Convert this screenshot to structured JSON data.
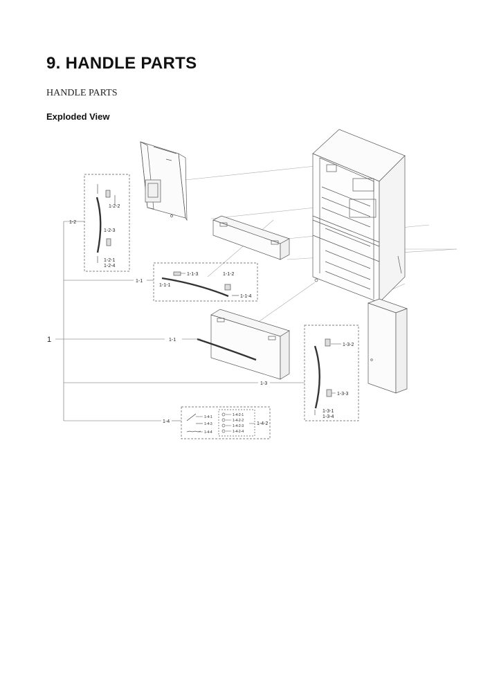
{
  "document": {
    "title": "9.  HANDLE PARTS",
    "subtitle": "HANDLE PARTS",
    "section_heading": "Exploded View"
  },
  "diagram": {
    "root_label": "1",
    "labels": {
      "l_1_2": "1-2",
      "l_1_2_2": "1-2-2",
      "l_1_2_3": "1-2-3",
      "l_1_2_1": "1-2-1",
      "l_1_2_4": "1-2-4",
      "l_1_1_a": "1-1",
      "l_1_1_3": "1-1-3",
      "l_1_1_2": "1-1-2",
      "l_1_1_1": "1-1-1",
      "l_1_1_4": "1-1-4",
      "l_1_1_b": "1-1",
      "l_1_3": "1-3",
      "l_1_3_2": "1-3-2",
      "l_1_3_3": "1-3-3",
      "l_1_3_1": "1-3-1",
      "l_1_3_4": "1-3-4",
      "l_1_4": "1-4",
      "l_1_4_1": "1-4-1",
      "l_1_4_3": "1-4-3",
      "l_1_4_4": "1-4-4",
      "l_1_4_2": "1-4-2",
      "l_1_4_2_1": "1-4-2-1",
      "l_1_4_2_2": "1-4-2-2",
      "l_1_4_2_3": "1-4-2-3",
      "l_1_4_2_4": "1-4-2-4"
    }
  }
}
